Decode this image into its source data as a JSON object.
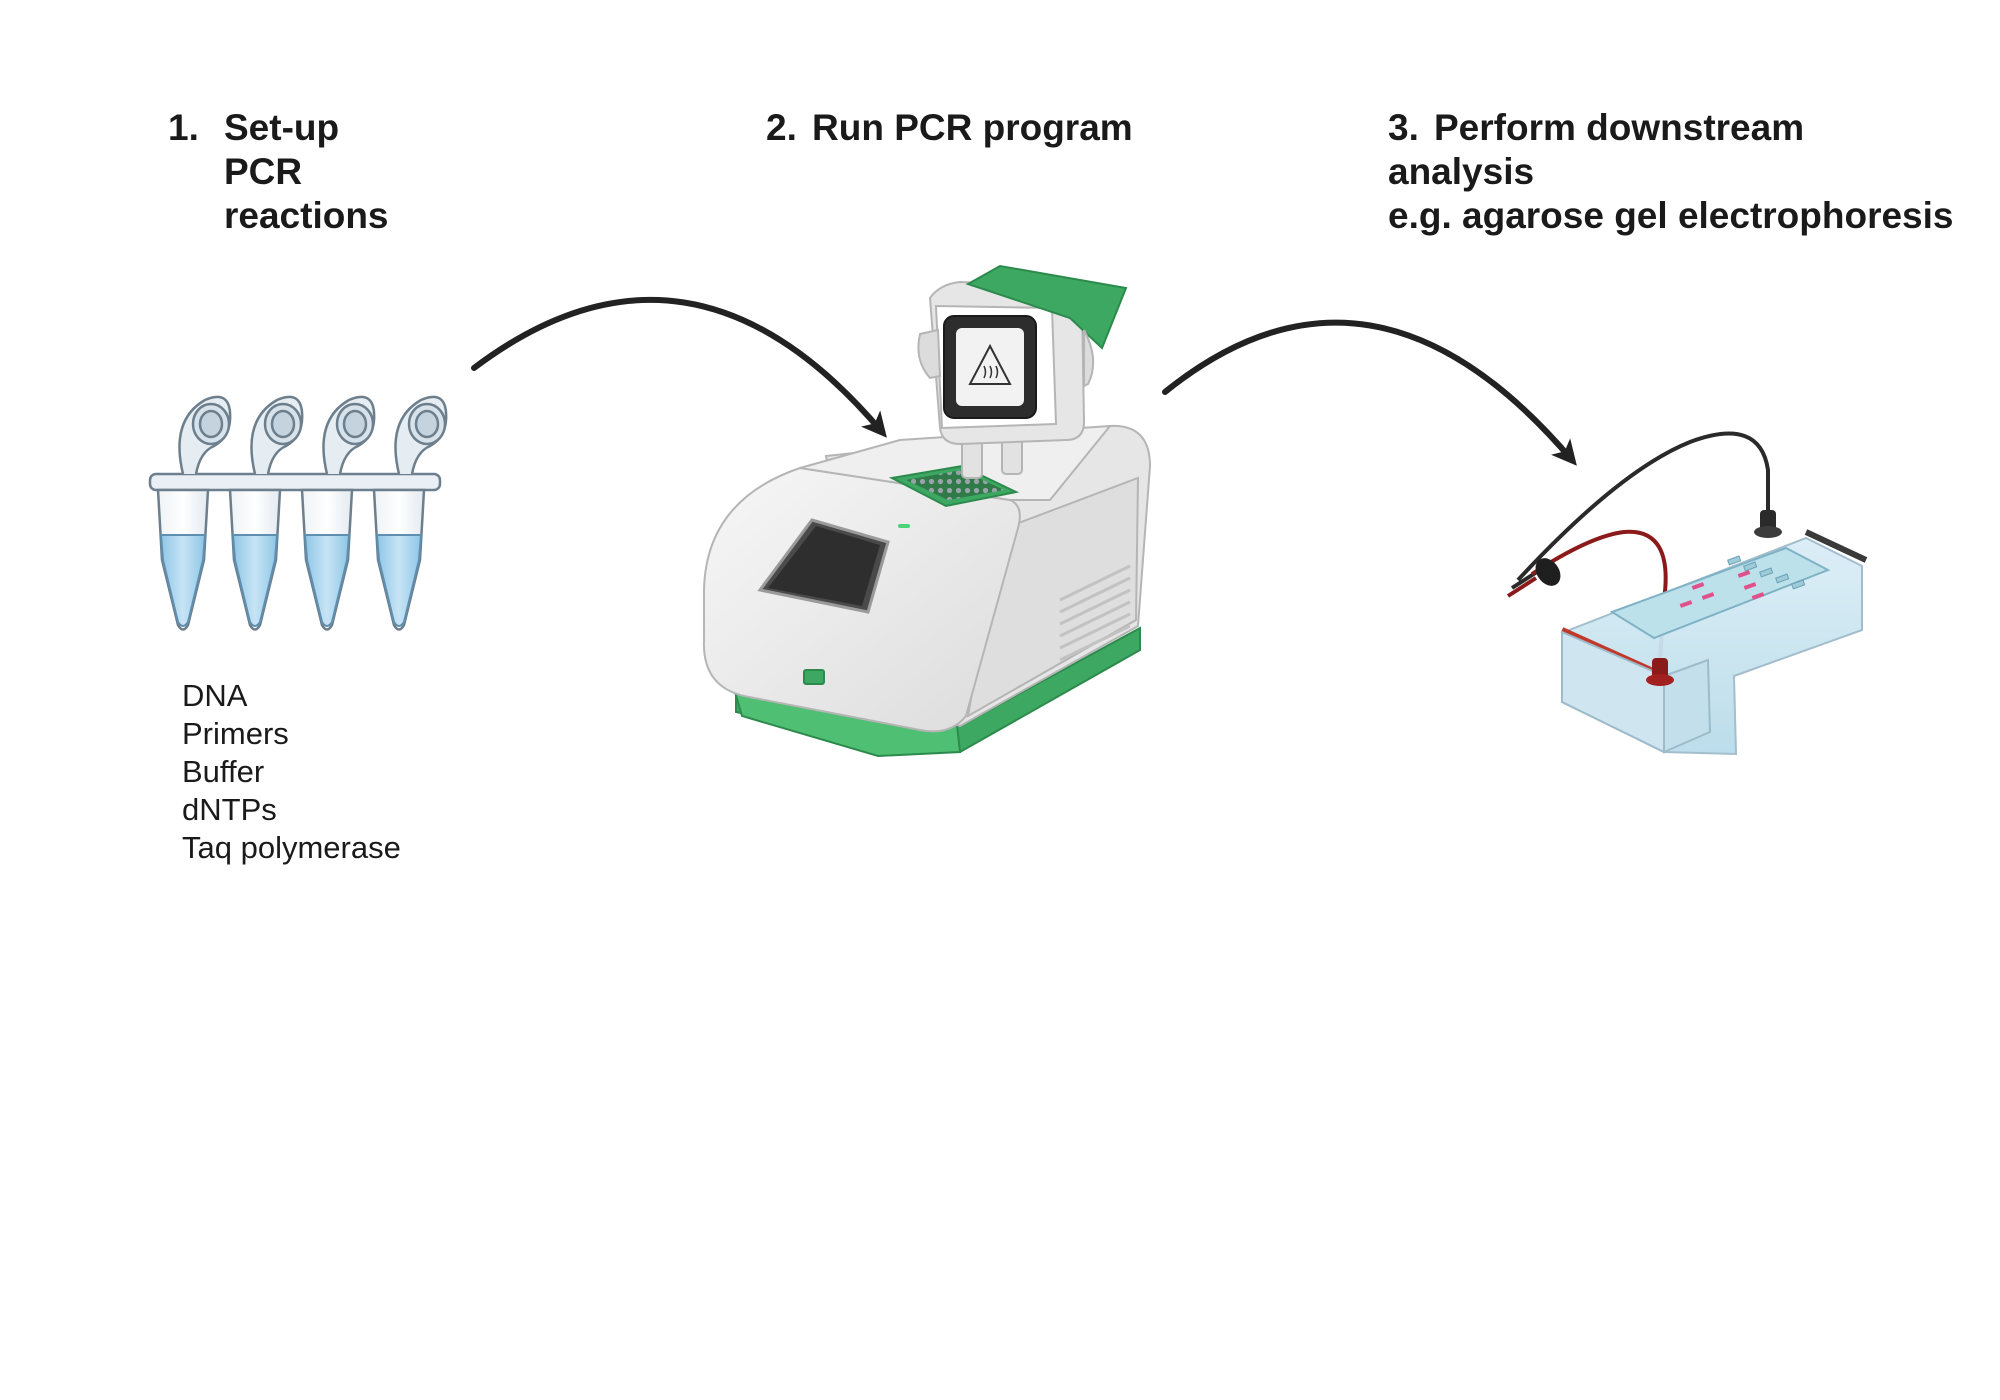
{
  "steps": [
    {
      "number": "1.",
      "title_lines": [
        "Set-up",
        "PCR",
        "reactions"
      ],
      "items": [
        "DNA",
        "Primers",
        "Buffer",
        "dNTPs",
        "Taq polymerase"
      ],
      "icon": "pcr-tube-strip"
    },
    {
      "number": "2.",
      "title_lines": [
        "Run PCR program"
      ],
      "icon": "thermocycler"
    },
    {
      "number": "3.",
      "title_lines": [
        "Perform downstream",
        "analysis",
        "e.g. agarose gel electrophoresis"
      ],
      "icon": "gel-electrophoresis-tank"
    }
  ],
  "colors": {
    "text": "#1a1a1a",
    "arrow": "#222222",
    "liquid": "#a8d4ee",
    "machine_accent": "#3da862",
    "gel_band": "#e0508a",
    "red_lead": "#8b1a1a"
  }
}
